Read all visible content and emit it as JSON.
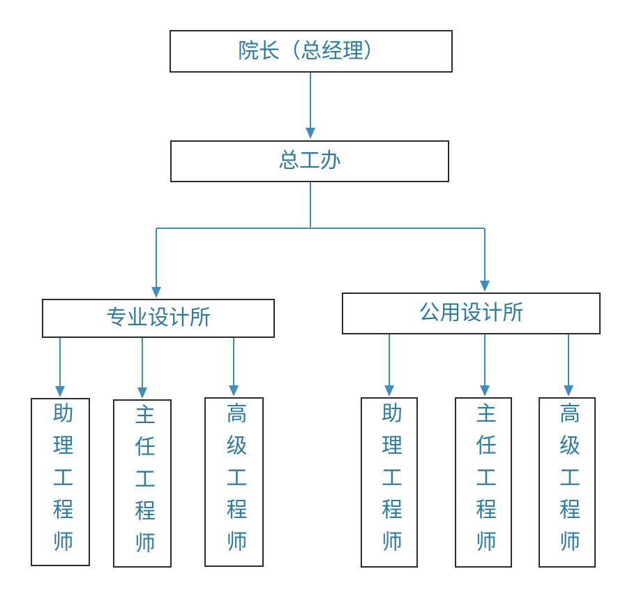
{
  "diagram": {
    "type": "org-chart",
    "colors": {
      "box_border": "#2b2b2b",
      "box_fill": "#ffffff",
      "text": "#2e7ba0",
      "connector": "#3e8fbd",
      "background": "#ffffff"
    },
    "root": {
      "label": "院长（总经理）"
    },
    "level2": {
      "label": "总工办"
    },
    "branches": [
      {
        "label": "专业设计所",
        "children": [
          {
            "label": "助理工程师"
          },
          {
            "label": "主任工程师"
          },
          {
            "label": "高级工程师"
          }
        ]
      },
      {
        "label": "公用设计所",
        "children": [
          {
            "label": "助理工程师"
          },
          {
            "label": "主任工程师"
          },
          {
            "label": "高级工程师"
          }
        ]
      }
    ]
  }
}
